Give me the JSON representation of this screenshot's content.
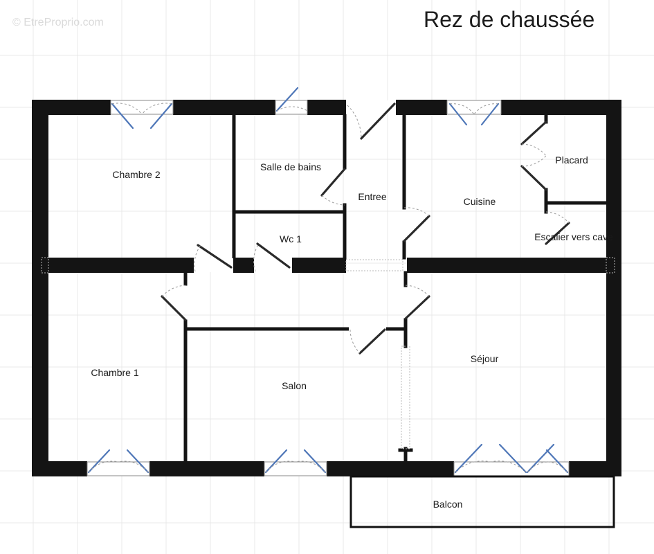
{
  "plan": {
    "title": "Rez de chaussée",
    "watermark": "© EtreProprio.com"
  },
  "rooms": {
    "chambre2": "Chambre 2",
    "salle_de_bains": "Salle de bains",
    "entree": "Entree",
    "cuisine": "Cuisine",
    "placard": "Placard",
    "wc1": "Wc 1",
    "escalier": "Escalier vers cave",
    "chambre1": "Chambre 1",
    "salon": "Salon",
    "sejour": "Séjour",
    "balcon": "Balcon"
  },
  "colors": {
    "wall": "#141414",
    "window_sash": "#4f77b8",
    "grid": "#e9e9e9"
  }
}
